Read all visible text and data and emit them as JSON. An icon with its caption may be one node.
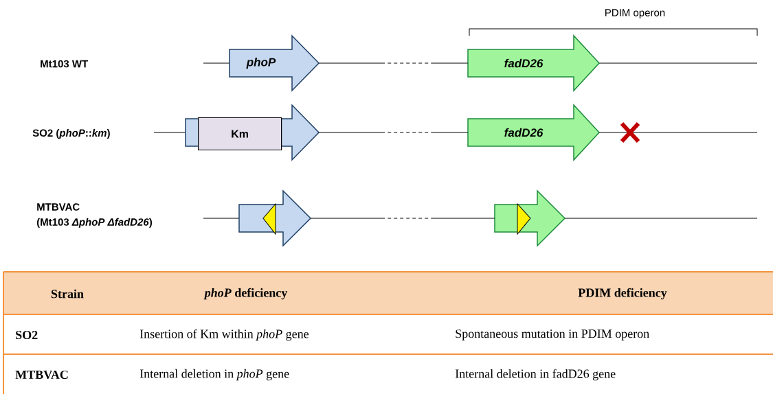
{
  "diagram": {
    "edges": [
      {
        "from": 0,
        "to": 1,
        "arrow": "none"
      },
      {
        "from": 2,
        "to": 4,
        "arrow": "none"
      },
      {
        "from": 5,
        "to": 6,
        "arrow": "none"
      }
    ],
    "nodes": [
      {
        "text": [
          "phoP"
        ]
      },
      {
        "text": [
          "fadD26"
        ]
      },
      {
        "text": [],
        "shape": "arrow"
      },
      {
        "text": [
          "Km"
        ],
        "in": 2
      },
      {
        "text": [
          "fadD26"
        ]
      },
      {
        "text": [],
        "shape": "arrow"
      },
      {
        "text": [],
        "shape": "arrow"
      }
    ],
    "labels": [
      "Mt103 WT",
      "SO2 (*phoP*::*km*)",
      "MTBVAC (Mt103 *ΔphoP* *ΔfadD26*)",
      "PDIM operon",
      "Strain",
      "*phoP* deficiency",
      "PDIM deficiency",
      "SO2",
      "Insertion of Km within *phoP* gene",
      "Spontaneous mutation in PDIM operon",
      "MTBVAC",
      "Internal deletion in *phoP* gene",
      "Internal deletion in fadD26 gene"
    ]
  }
}
